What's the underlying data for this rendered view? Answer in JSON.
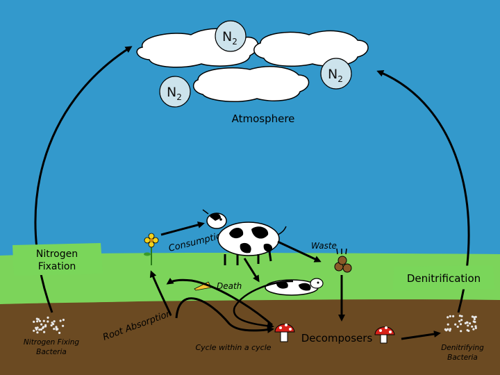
{
  "diagram": {
    "n2_badges": [
      {
        "symbol": "N",
        "subscript": "2"
      },
      {
        "symbol": "N",
        "subscript": "2"
      },
      {
        "symbol": "N",
        "subscript": "2"
      }
    ],
    "atmosphere_label": "Atmosphere",
    "nitrogen_fixation_label": [
      "Nitrogen",
      "Fixation"
    ],
    "denitrification_label": "Denitrification",
    "consumption_label": "Consumption",
    "waste_label": "Waste",
    "death_label": "Death",
    "root_absorption_label": "Root Absorption",
    "cycle_within_cycle_label": "Cycle within a cycle",
    "decomposers_label": "Decomposers",
    "nitrogen_fixing_bacteria_label": [
      "Nitrogen Fixing",
      "Bacteria"
    ],
    "denitrifying_bacteria_label": [
      "Denitrifying",
      "Bacteria"
    ]
  },
  "colors": {
    "sky": "#3399cc",
    "grass": "#7cd45a",
    "soil": "#6b4a22",
    "label_box": "#7ad65a",
    "badge": "#cce3ec"
  }
}
